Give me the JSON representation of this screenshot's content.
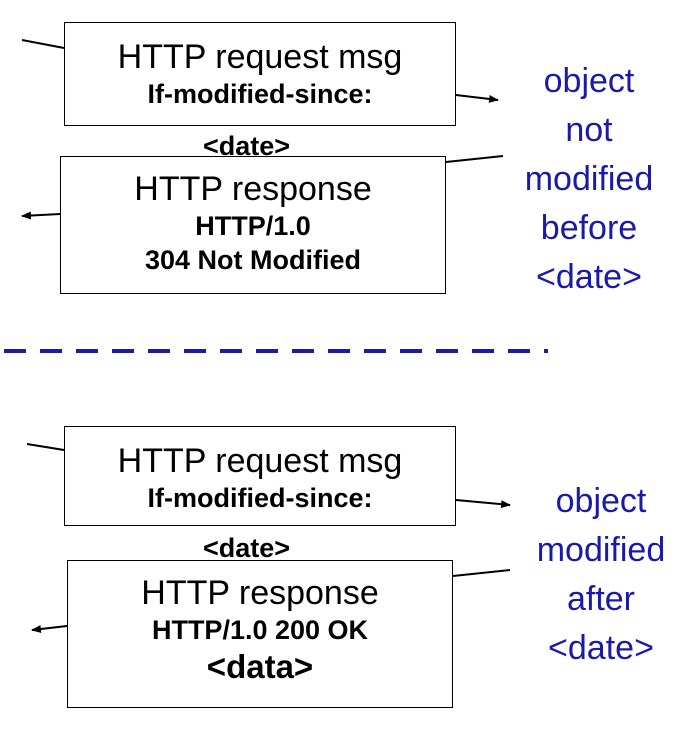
{
  "top": {
    "request": {
      "title": "HTTP request msg",
      "header": "If-modified-since:",
      "date": "<date>"
    },
    "response": {
      "title": "HTTP response",
      "line1": "HTTP/1.0",
      "line2": "304 Not Modified"
    },
    "note": [
      "object",
      "not",
      "modified",
      "before",
      "<date>"
    ]
  },
  "bottom": {
    "request": {
      "title": "HTTP request msg",
      "header": "If-modified-since:",
      "date": "<date>"
    },
    "response": {
      "title": "HTTP response",
      "line1": "HTTP/1.0 200 OK",
      "line2": "<data>"
    },
    "note": [
      "object",
      "modified",
      "after",
      "<date>"
    ]
  },
  "colors": {
    "note_text": "#1a1aa8",
    "divider": "#1a1aa8",
    "ink": "#000000"
  }
}
